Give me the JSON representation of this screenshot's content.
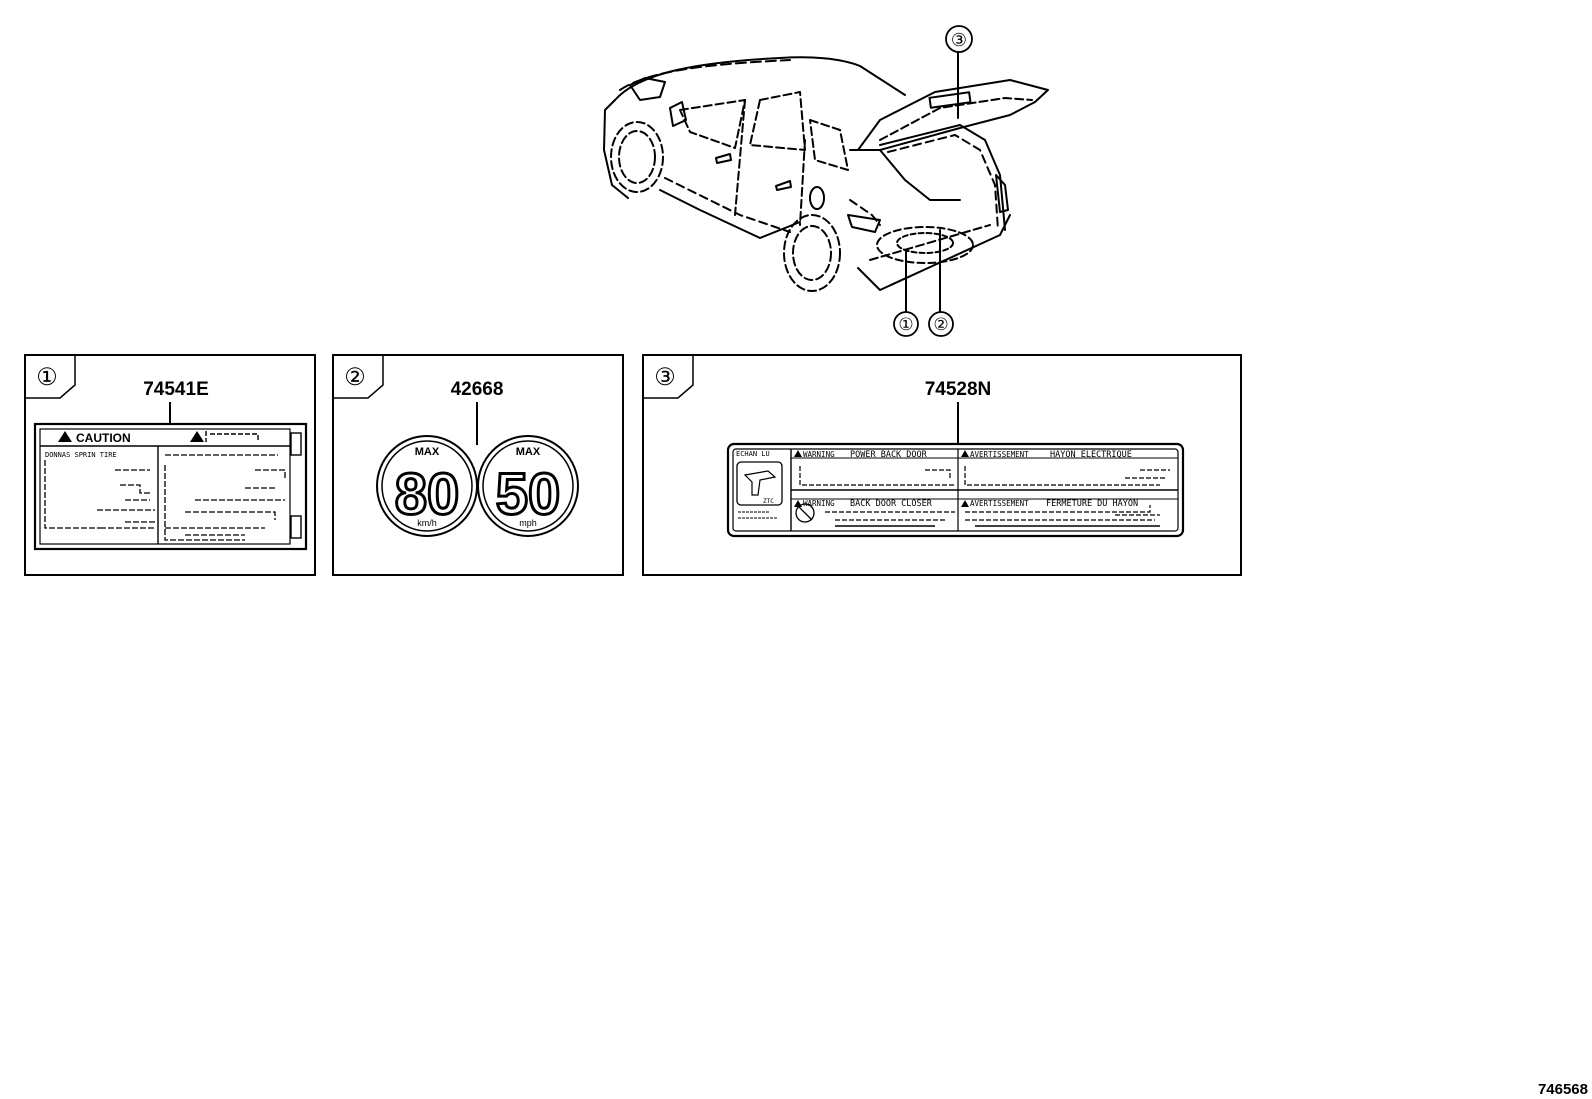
{
  "diagram": {
    "callouts": [
      "①",
      "②",
      "③"
    ],
    "panels": [
      {
        "callout": "①",
        "part_number": "74541E",
        "label_heading": "CAUTION",
        "label_small": "DONNAS SPRIN TIRE"
      },
      {
        "callout": "②",
        "part_number": "42668",
        "signs": [
          {
            "top": "MAX",
            "value": "80",
            "unit": "km/h"
          },
          {
            "top": "MAX",
            "value": "50",
            "unit": "mph"
          }
        ]
      },
      {
        "callout": "③",
        "part_number": "74528N",
        "label_texts": {
          "left_header": "ECHAN LU",
          "w1_tag": "WARNING",
          "w1_title": "POWER BACK DOOR",
          "f1_tag": "AVERTISSEMENT",
          "f1_title": "HAYON ELECTRIQUE",
          "w2_tag": "WARNING",
          "w2_title": "BACK DOOR CLOSER",
          "f2_tag": "AVERTISSEMENT",
          "f2_title": "FERMETURE DU HAYON",
          "icon_small": "ZTC"
        }
      }
    ],
    "figure_number": "746568"
  }
}
